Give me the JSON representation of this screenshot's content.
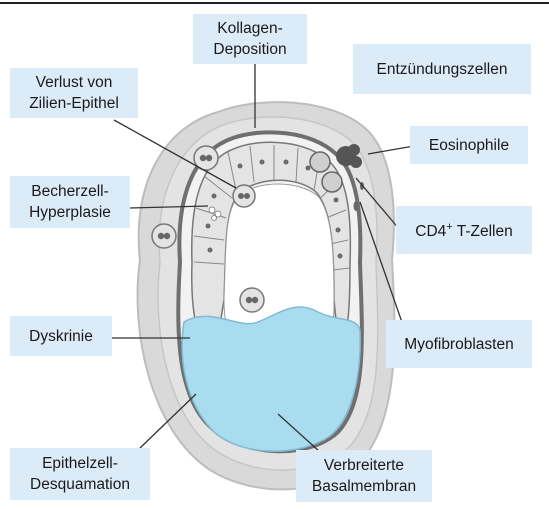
{
  "labels": {
    "kollagen": [
      "Kollagen-",
      "Deposition"
    ],
    "entzuendung": "Entzündungszellen",
    "verlust": [
      "Verlust von",
      "Zilien-Epithel"
    ],
    "eosinophile": "Eosinophile",
    "becherzell": [
      "Becherzell-",
      "Hyperplasie"
    ],
    "cd4_main": "CD4",
    "cd4_sup": "+",
    "cd4_rest": " T-Zellen",
    "dyskrinie": "Dyskrinie",
    "myofibroblasten": "Myofibroblasten",
    "epithelzell": [
      "Epithelzell-",
      "Desquamation"
    ],
    "basalmembran": [
      "Verbreiterte",
      "Basalmembran"
    ]
  },
  "colors": {
    "label_bg": "#dcebf8",
    "mucus": "#a9dcef",
    "tissue": "#d9d9d9",
    "cell": "#e4e4e4",
    "membrane": "#6f6f6f",
    "eosinophil": "#555555"
  }
}
